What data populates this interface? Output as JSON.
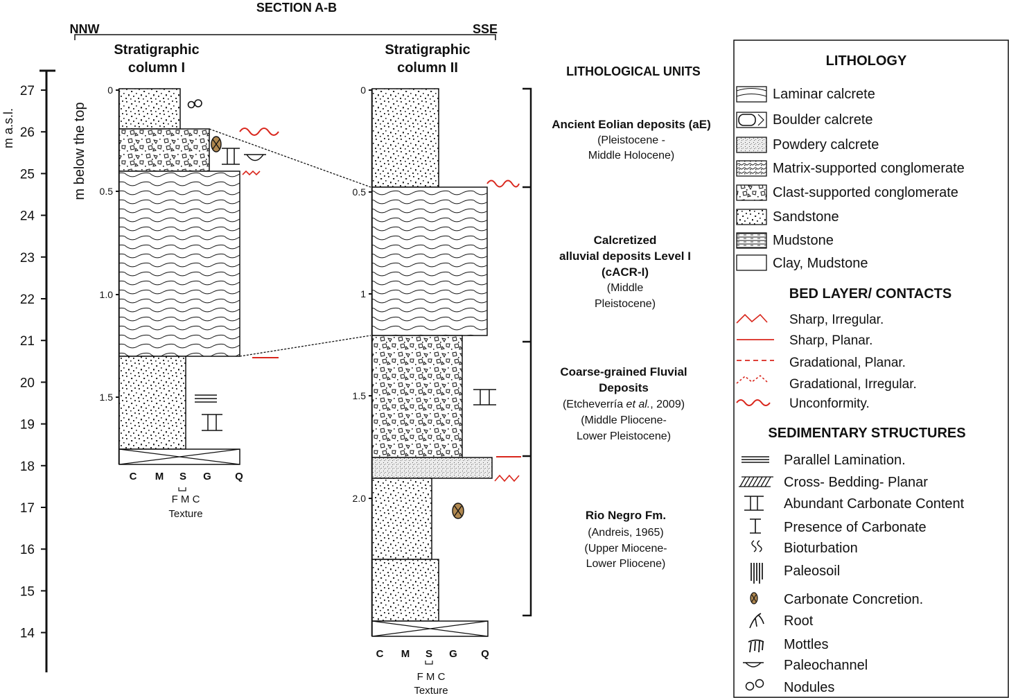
{
  "section": {
    "title": "SECTION A-B",
    "left": "NNW",
    "right": "SSE"
  },
  "masl": {
    "label": "m a.s.l.",
    "ticks": [
      "27",
      "26",
      "25",
      "24",
      "23",
      "22",
      "21",
      "20",
      "19",
      "18",
      "17",
      "16",
      "15",
      "14"
    ]
  },
  "col1": {
    "title_1": "Stratigraphic",
    "title_2": "column I",
    "depth_label": "m below the top",
    "depth_ticks": [
      "0",
      "0.5",
      "1.0",
      "1.5"
    ],
    "grain_axis": [
      "C",
      "M",
      "S",
      "G",
      "Q"
    ],
    "sub_axis": "F M C",
    "texture": "Texture"
  },
  "col2": {
    "title_1": "Stratigraphic",
    "title_2": "column II",
    "depth_ticks": [
      "0",
      "0.5",
      "1",
      "1.5",
      "2.0"
    ],
    "grain_axis": [
      "C",
      "M",
      "S",
      "G",
      "Q"
    ],
    "sub_axis": "F M C",
    "texture": "Texture"
  },
  "units": {
    "title": "LITHOLOGICAL UNITS",
    "u1": {
      "name": "Ancient Eolian deposits (aE)",
      "age_1": "(Pleistocene -",
      "age_2": "Middle Holocene)"
    },
    "u2": {
      "name_1": "Calcretized",
      "name_2": "alluvial deposits Level  I",
      "name_3": "(cACR-I)",
      "age_1": "(Middle",
      "age_2": "Pleistocene)"
    },
    "u3": {
      "name_1": "Coarse-grained Fluvial",
      "name_2": "Deposits",
      "ref_1": "(Etcheverría ",
      "ref_em": "et al.",
      "ref_2": ", 2009)",
      "age_1": "(Middle Pliocene-",
      "age_2": "Lower Pleistocene)"
    },
    "u4": {
      "name": "Rio Negro Fm.",
      "ref": "(Andreis, 1965)",
      "age_1": "(Upper Miocene-",
      "age_2": "Lower Pliocene)"
    }
  },
  "legend": {
    "lithology_title": "LITHOLOGY",
    "lithology": [
      "Laminar calcrete",
      "Boulder calcrete",
      "Powdery calcrete",
      "Matrix-supported conglomerate",
      "Clast-supported conglomerate",
      "Sandstone",
      "Mudstone",
      "Clay, Mudstone"
    ],
    "contacts_title": "BED LAYER/ CONTACTS",
    "contacts": [
      "Sharp, Irregular.",
      "Sharp, Planar.",
      "Gradational, Planar.",
      "Gradational, Irregular.",
      "Unconformity."
    ],
    "structures_title": "SEDIMENTARY STRUCTURES",
    "structures": [
      "Parallel Lamination.",
      "Cross- Bedding- Planar",
      "Abundant Carbonate Content",
      "Presence of Carbonate",
      "Bioturbation",
      "Paleosoil",
      "Carbonate Concretion.",
      "Root",
      "Mottles",
      "Paleochannel",
      "Nodules"
    ]
  },
  "colors": {
    "contact_red": "#d9261c",
    "concretion_fill": "#b08850",
    "powdery_fill": "#ececec"
  }
}
